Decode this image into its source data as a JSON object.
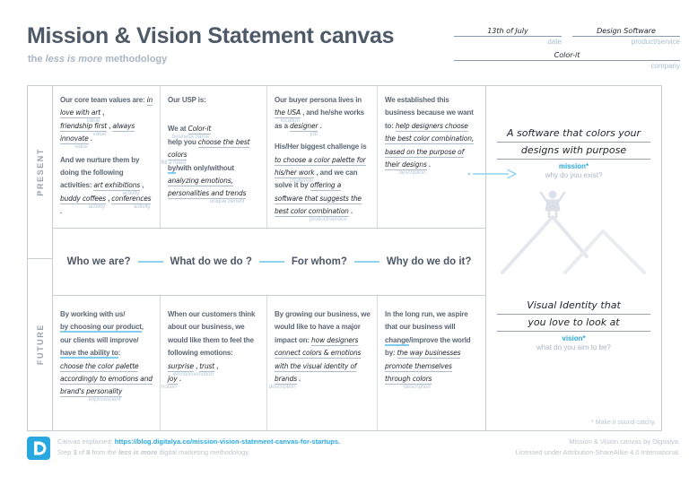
{
  "colors": {
    "accent_blue": "#29a8e0",
    "printed_text": "#5b6774",
    "handwriting": "#1f242c",
    "muted_caption": "#b7c8d8",
    "border": "#c9ced4"
  },
  "header": {
    "title": "Mission & Vision Statement canvas",
    "subtitle_prefix": "the ",
    "subtitle_em": "less is more",
    "subtitle_suffix": " methodology",
    "fields": {
      "date": {
        "value": "13th of July",
        "label": "date"
      },
      "product": {
        "value": "Design Software",
        "label": "product/service"
      },
      "company": {
        "value": "Color-it",
        "label": "company"
      }
    }
  },
  "strip": {
    "present": "PRESENT",
    "future": "FUTURE"
  },
  "questions": {
    "q1": "Who we are?",
    "q2": "What do we do ?",
    "q3": "For whom?",
    "q4": "Why do we do it?"
  },
  "present_cells": {
    "core_values": {
      "segments": [
        {
          "k": "t",
          "v": "Our core team values are: "
        },
        {
          "k": "b",
          "v": "in love with art",
          "l": "value"
        },
        {
          "k": "t",
          "v": " ,"
        },
        {
          "k": "br"
        },
        {
          "k": "b",
          "v": "friendship first",
          "l": "value"
        },
        {
          "k": "t",
          "v": " , "
        },
        {
          "k": "b",
          "v": "always innovate",
          "l": "value"
        },
        {
          "k": "t",
          "v": " ."
        },
        {
          "k": "gap"
        },
        {
          "k": "t",
          "v": "And we nurture them by doing the following activities: "
        },
        {
          "k": "b",
          "v": "art exhibitions",
          "l": "activity"
        },
        {
          "k": "t",
          "v": " ,"
        },
        {
          "k": "br"
        },
        {
          "k": "b",
          "v": "buddy coffees",
          "l": "activity"
        },
        {
          "k": "t",
          "v": " , "
        },
        {
          "k": "b",
          "v": "conferences",
          "l": "activity"
        },
        {
          "k": "t",
          "v": " ."
        }
      ]
    },
    "usp": {
      "segments": [
        {
          "k": "t",
          "v": "Our USP is:"
        },
        {
          "k": "gap"
        },
        {
          "k": "gap"
        },
        {
          "k": "t",
          "v": "We at "
        },
        {
          "k": "b",
          "v": "Color-it",
          "l": "business name"
        },
        {
          "k": "br"
        },
        {
          "k": "t",
          "v": "help you "
        },
        {
          "k": "b",
          "v": "choose the best colors",
          "l": "fulfill a need"
        },
        {
          "k": "br"
        },
        {
          "k": "u",
          "v": "by"
        },
        {
          "k": "t",
          "v": "/with only/without"
        },
        {
          "k": "br"
        },
        {
          "k": "b",
          "v": "analyzing emotions, personalities and trends",
          "l": "unique benefit"
        }
      ]
    },
    "buyer_persona": {
      "segments": [
        {
          "k": "t",
          "v": "Our buyer persona lives in "
        },
        {
          "k": "b",
          "v": "the USA",
          "l": "location"
        },
        {
          "k": "t",
          "v": " , and he/she works as a "
        },
        {
          "k": "b",
          "v": "designer",
          "l": "job"
        },
        {
          "k": "t",
          "v": " ."
        },
        {
          "k": "gap"
        },
        {
          "k": "t",
          "v": "His/Her biggest challenge is "
        },
        {
          "k": "b",
          "v": "to choose a color palette for his/her work",
          "l": "challenge"
        },
        {
          "k": "t",
          "v": " , and we can solve it by "
        },
        {
          "k": "b",
          "v": "offering a software that suggests the best color combination",
          "l": "product/service"
        },
        {
          "k": "t",
          "v": " ."
        }
      ]
    },
    "why_established": {
      "segments": [
        {
          "k": "t",
          "v": "We established this business because we want to: "
        },
        {
          "k": "b",
          "v": "help designers choose the best color combination, based on the purpose of their designs",
          "l": "description"
        },
        {
          "k": "t",
          "v": " ."
        }
      ]
    }
  },
  "future_cells": {
    "client_improvement": {
      "segments": [
        {
          "k": "t",
          "v": "By working with us/"
        },
        {
          "k": "br"
        },
        {
          "k": "u",
          "v": "by choosing our product"
        },
        {
          "k": "t",
          "v": ","
        },
        {
          "k": "br"
        },
        {
          "k": "t",
          "v": "our clients will improve/"
        },
        {
          "k": "br"
        },
        {
          "k": "u",
          "v": "have the ability to"
        },
        {
          "k": "t",
          "v": ":"
        },
        {
          "k": "br"
        },
        {
          "k": "b",
          "v": "choose the color palette accordingly to emotions and brand's personality",
          "l": "improvement"
        }
      ]
    },
    "emotions": {
      "segments": [
        {
          "k": "t",
          "v": "When our customers think about our business, we would like them to feel the following emotions: "
        },
        {
          "k": "b",
          "v": "surprise",
          "l": "emotion"
        },
        {
          "k": "t",
          "v": " , "
        },
        {
          "k": "b",
          "v": "trust",
          "l": "emotion"
        },
        {
          "k": "t",
          "v": " ,"
        },
        {
          "k": "br"
        },
        {
          "k": "b",
          "v": "joy",
          "l": "emotion"
        },
        {
          "k": "t",
          "v": " ."
        }
      ]
    },
    "impact": {
      "segments": [
        {
          "k": "t",
          "v": "By growing our business, we would like to have a major impact on: "
        },
        {
          "k": "b",
          "v": "how designers connect colors & emotions with the visual identity of brands",
          "l": "description"
        },
        {
          "k": "t",
          "v": " ."
        }
      ]
    },
    "change_world": {
      "segments": [
        {
          "k": "t",
          "v": "In the long run, we aspire that our business will "
        },
        {
          "k": "u",
          "v": "change"
        },
        {
          "k": "t",
          "v": "/improve the world by: "
        },
        {
          "k": "b",
          "v": "the way businesses promote themselves through colors",
          "l": "description"
        }
      ]
    }
  },
  "mission": {
    "line1": "A software that colors your",
    "line2": "designs with purpose",
    "label": "mission*",
    "hint": "why do you exist?"
  },
  "vision": {
    "line1": "Visual Identity that",
    "line2": "you love to look at",
    "label": "vision*",
    "hint": "what do you aim to be?"
  },
  "footnote": "* Make it sound catchy.",
  "footer": {
    "explained_label": "Canvas explained: ",
    "url": "https://blog.digitalya.co/mission-vision-statement-canvas-for-startups.",
    "step_prefix": "Step ",
    "step_number": "3",
    "step_of": " of ",
    "step_total": "8",
    "step_mid": " from the ",
    "step_em": "less is more",
    "step_suffix": " digital marketing methodology.",
    "credit1": "Mission & Vision canvas by Digitalya.",
    "credit2": "Licensed under Attribution-ShareAlike 4.0 International."
  }
}
